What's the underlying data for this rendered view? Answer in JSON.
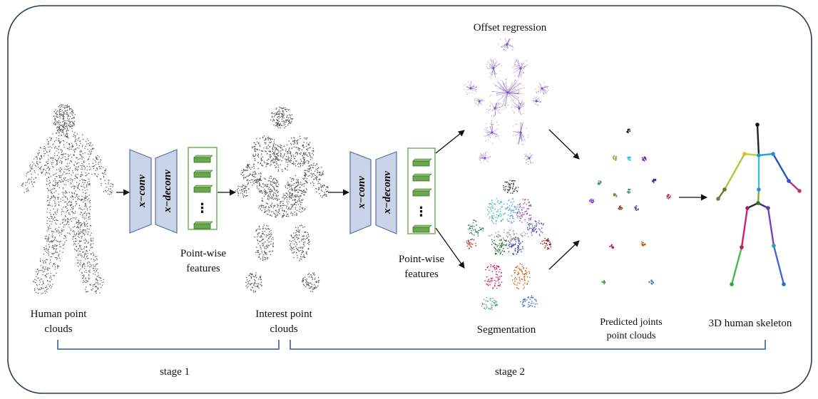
{
  "labels": {
    "human_point_clouds": [
      "Human point",
      "clouds"
    ],
    "interest_point_clouds": [
      "Interest point",
      "clouds"
    ],
    "pointwise_features_1": [
      "Point-wise",
      "features"
    ],
    "pointwise_features_2": [
      "Point-wise",
      "features"
    ],
    "offset_regression": "Offset regression",
    "segmentation": "Segmentation",
    "predicted_joints": [
      "Predicted joints",
      "point clouds"
    ],
    "skeleton": "3D human skeleton",
    "stage1": "stage 1",
    "stage2": "stage 2"
  },
  "network": {
    "conv_label": "x−conv",
    "deconv_label": "x−deconv",
    "feature_glyph": "⋮"
  },
  "colors": {
    "frame": "#2f3b52",
    "bracket": "#4a6fb0",
    "block_fill": "#c9d4e9",
    "block_stroke": "#5b6f96",
    "feature_box": "#6aab4f",
    "feature_fill": "#6aa84f",
    "feature_dark": "#3f6b2a",
    "cloud_gray": "#555555",
    "offset_violet": "#7a55c8"
  },
  "skeleton": {
    "joints": [
      "head",
      "neck",
      "spine",
      "pelvis",
      "l_shoulder",
      "l_elbow",
      "l_hand",
      "r_shoulder",
      "r_elbow",
      "r_hand",
      "l_hip",
      "l_knee",
      "l_foot",
      "r_hip",
      "r_knee",
      "r_foot"
    ]
  }
}
